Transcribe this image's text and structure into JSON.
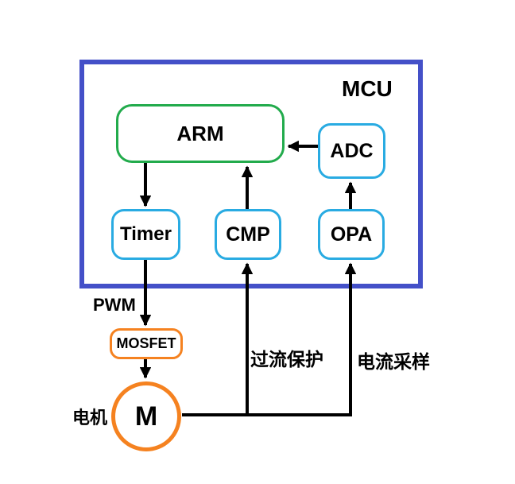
{
  "diagram": {
    "mcu_title": "MCU",
    "nodes": {
      "arm": {
        "label": "ARM"
      },
      "adc": {
        "label": "ADC"
      },
      "timer": {
        "label": "Timer"
      },
      "cmp": {
        "label": "CMP"
      },
      "opa": {
        "label": "OPA"
      },
      "mosfet": {
        "label": "MOSFET"
      },
      "motor": {
        "label": "M"
      }
    },
    "annotations": {
      "pwm": "PWM",
      "motor_name": "电机",
      "overcurrent_protection": "过流保护",
      "current_sampling": "电流采样"
    },
    "colors": {
      "mcu_border": "#4450c8",
      "peripheral_border": "#29abe2",
      "arm_border": "#22ab4c",
      "driver_border": "#f58220",
      "arrow": "#000000",
      "text": "#000000",
      "background": "#ffffff"
    }
  }
}
